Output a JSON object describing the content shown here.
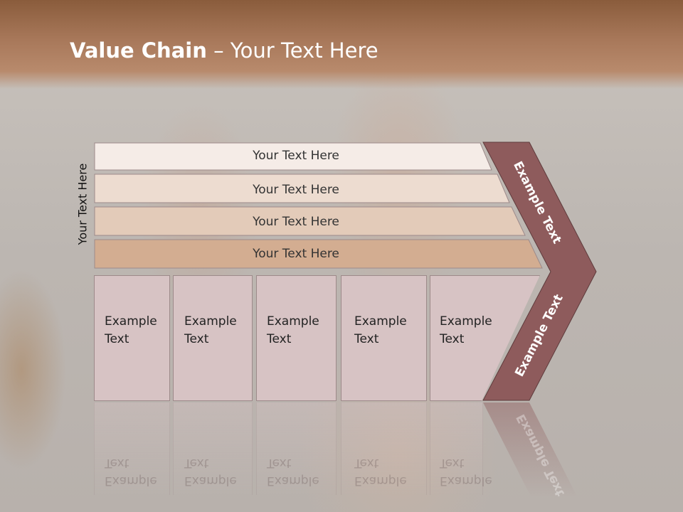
{
  "slide": {
    "title_bold": "Value Chain",
    "title_rest": " – Your Text Here",
    "side_label": "Your Text Here"
  },
  "rows": [
    {
      "label": "Your Text Here",
      "color": "#f5ece7"
    },
    {
      "label": "Your Text Here",
      "color": "#eddcd0"
    },
    {
      "label": "Your Text Here",
      "color": "#e3cbb9"
    },
    {
      "label": "Your Text Here",
      "color": "#d3ad91"
    }
  ],
  "boxes": [
    {
      "line1": "Example",
      "line2": "Text"
    },
    {
      "line1": "Example",
      "line2": "Text"
    },
    {
      "line1": "Example",
      "line2": "Text"
    },
    {
      "line1": "Example",
      "line2": "Text"
    },
    {
      "line1": "Example",
      "line2": "Text"
    }
  ],
  "chevron": {
    "upper_label": "Example Text",
    "lower_label": "Example Text",
    "color": "#8e5b5c"
  }
}
